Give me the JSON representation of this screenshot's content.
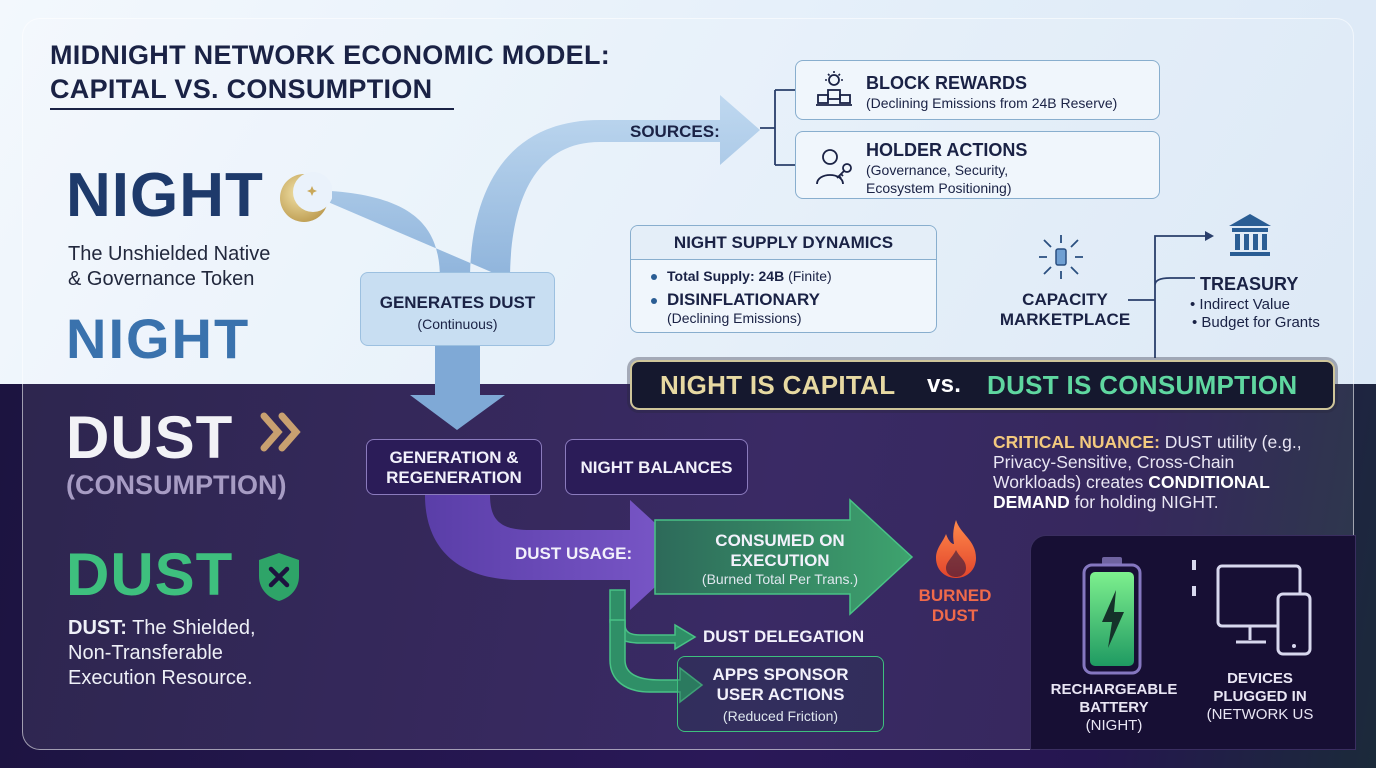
{
  "title": {
    "line1": "MIDNIGHT NETWORK ECONOMIC MODEL:",
    "line2": "CAPITAL VS. CONSUMPTION"
  },
  "night": {
    "word": "NIGHT",
    "subtitle_line1": "The Unshielded Native",
    "subtitle_line2": "& Governance Token",
    "logo_text": "NIGHT"
  },
  "dust": {
    "word": "DUST",
    "consumption": "(CONSUMPTION)",
    "word2": "DUST",
    "desc_bold": "DUST:",
    "desc_line1": " The Shielded,",
    "desc_line2": "Non-Transferable",
    "desc_line3": "Execution Resource."
  },
  "generates": {
    "title": "GENERATES DUST",
    "sub": "(Continuous)"
  },
  "sources": {
    "label": "SOURCES:",
    "block_rewards": {
      "title": "BLOCK REWARDS",
      "sub": "(Declining Emissions from 24B Reserve)"
    },
    "holder_actions": {
      "title": "HOLDER ACTIONS",
      "sub_line1": "(Governance, Security,",
      "sub_line2": "Ecosystem Positioning)"
    }
  },
  "supply": {
    "title": "NIGHT SUPPLY DYNAMICS",
    "line1_bold": "Total Supply: 24B",
    "line1_rest": " (Finite)",
    "line2": "DISINFLATIONARY",
    "line3": "(Declining Emissions)"
  },
  "capacity": {
    "line1": "CAPACITY",
    "line2": "MARKETPLACE"
  },
  "treasury": {
    "title": "TREASURY",
    "bullet1": "• Indirect Value",
    "bullet2": "• Budget for Grants"
  },
  "banner": {
    "night": "NIGHT IS CAPITAL",
    "vs": "vs.",
    "dust": "DUST IS CONSUMPTION"
  },
  "nuance": {
    "label": "CRITICAL NUANCE:",
    "text1": " DUST utility (e.g., Privacy-Sensitive, Cross-Chain Workloads) creates ",
    "bold1": "CONDITIONAL DEMAND",
    "text2": " for holding NIGHT."
  },
  "generation": {
    "line1": "GENERATION &",
    "line2": "REGENERATION",
    "balances": "NIGHT BALANCES"
  },
  "usage": {
    "label": "DUST USAGE:",
    "consumed_line1": "CONSUMED ON",
    "consumed_line2": "EXECUTION",
    "consumed_sub": "(Burned Total Per Trans.)",
    "burned_line1": "BURNED",
    "burned_line2": "DUST",
    "delegation": "DUST DELEGATION",
    "sponsor_line1": "APPS SPONSOR",
    "sponsor_line2": "USER ACTIONS",
    "sponsor_sub": "(Reduced Friction)"
  },
  "analogy": {
    "battery_line1": "RECHARGEABLE",
    "battery_line2": "BATTERY",
    "battery_line3": "(NIGHT)",
    "devices_line1": "DEVICES",
    "devices_line2": "PLUGGED IN",
    "devices_line3": "(NETWORK US"
  },
  "colors": {
    "navy": "#1a2245",
    "night_blue": "#1e3a6b",
    "dust_green": "#3ec07e",
    "gold": "#e7d9a2",
    "burn_orange": "#f06a4a",
    "purple_dark": "#1d123f"
  }
}
